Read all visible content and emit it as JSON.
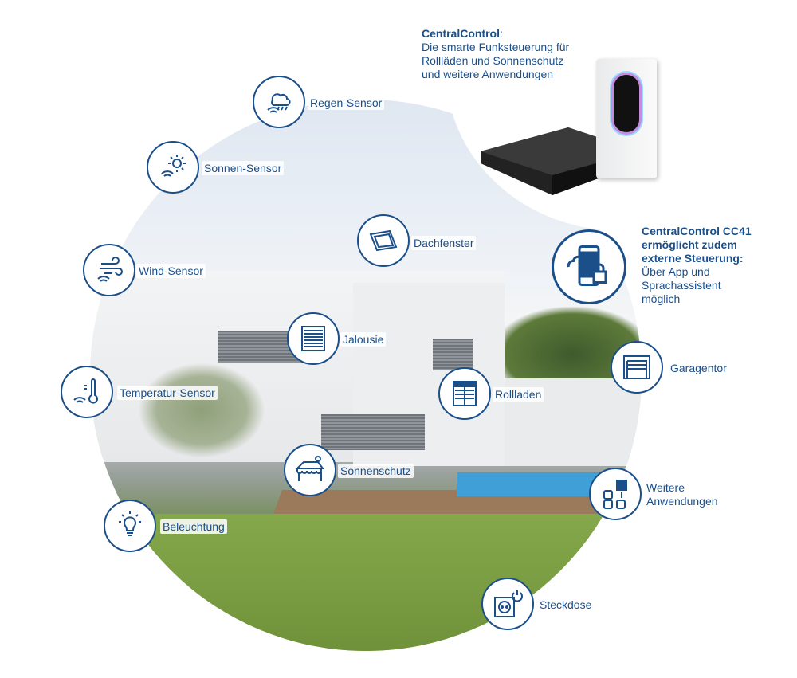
{
  "header": {
    "title": "CentralControl",
    "title_suffix": ":",
    "lines": [
      "Die smarte Funksteuerung für",
      "Rollläden und Sonnenschutz",
      "und weitere Anwendungen"
    ]
  },
  "cc41": {
    "bold_lines": [
      "CentralControl CC41",
      "ermöglicht zudem",
      "externe Steuerung:"
    ],
    "lines": [
      "Über App und",
      "Sprachassistent",
      "möglich"
    ]
  },
  "nodes": {
    "regen": "Regen-Sensor",
    "sonnen": "Sonnen-Sensor",
    "wind": "Wind-Sensor",
    "temp": "Temperatur-Sensor",
    "licht": "Beleuchtung",
    "dach": "Dachfenster",
    "jalousie": "Jalousie",
    "rollladen": "Rollladen",
    "sonnenschutz": "Sonnenschutz",
    "garage": "Garagentor",
    "weitere1": "Weitere",
    "weitere2": "Anwendungen",
    "steckdose": "Steckdose"
  },
  "colors": {
    "brand": "#1b4f8a"
  }
}
